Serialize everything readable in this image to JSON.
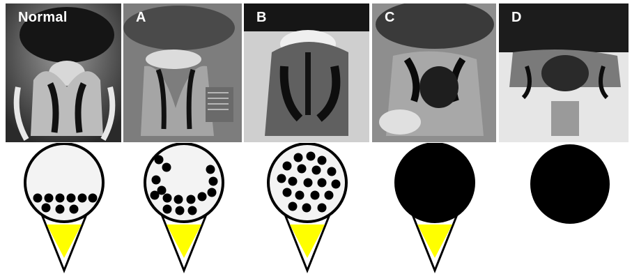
{
  "panels": [
    {
      "label": "Normal",
      "grade": "normal"
    },
    {
      "label": "A",
      "grade": "A"
    },
    {
      "label": "B",
      "grade": "B"
    },
    {
      "label": "C",
      "grade": "C"
    },
    {
      "label": "D",
      "grade": "D"
    }
  ],
  "colors": {
    "sac_fill_light": "#f3f3f3",
    "nerve_root": "#000000",
    "outline": "#000000",
    "cone_inner": "#ffff00"
  }
}
